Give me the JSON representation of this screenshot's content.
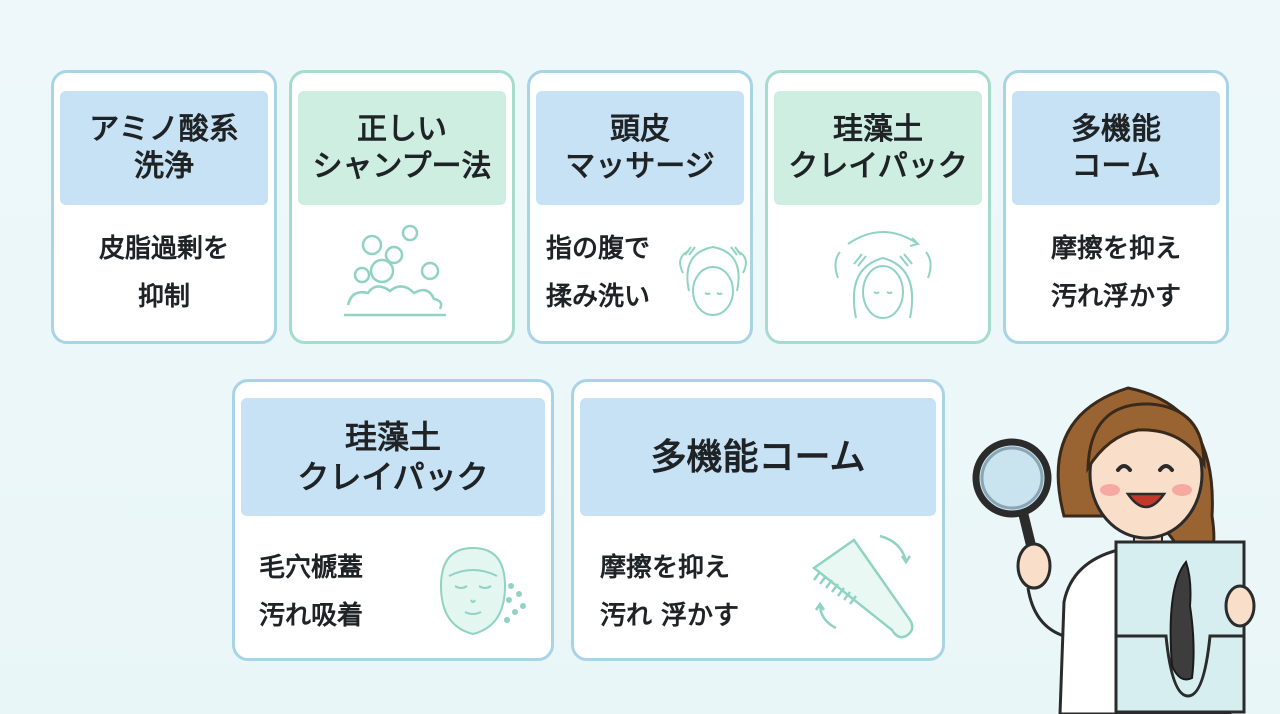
{
  "top_cards": [
    {
      "title": [
        "アミノ酸系",
        "洗浄"
      ],
      "body": [
        "皮脂過剰を",
        "抑制"
      ],
      "icon": "none"
    },
    {
      "title": [
        "正しい",
        "シャンプー法"
      ],
      "body": [],
      "icon": "bubbles-icon"
    },
    {
      "title": [
        "頭皮",
        "マッサージ"
      ],
      "body": [
        "指の腹で",
        "揉み洗い"
      ],
      "icon": "head-massage-icon"
    },
    {
      "title": [
        "珪藻土",
        "クレイパック"
      ],
      "body": [],
      "icon": "head-massage-arrows-icon"
    },
    {
      "title": [
        "多機能",
        "コーム"
      ],
      "body": [
        "摩擦を抑え",
        "汚れ浮かす"
      ],
      "icon": "none"
    }
  ],
  "bottom_cards": [
    {
      "title": [
        "珪藻土",
        "クレイパック"
      ],
      "body": [
        "毛穴榹蓋",
        "汚れ吸着"
      ],
      "icon": "face-mask-icon"
    },
    {
      "title": [
        "多機能コーム"
      ],
      "body": [
        "摩擦を抑え",
        "汚れ 浮かす"
      ],
      "icon": "comb-icon"
    }
  ],
  "colors": {
    "background": "#eef8fb",
    "blue_border": "#a9d3e6",
    "mint_border": "#a6dccb",
    "blue_header": "#c6e2f4",
    "mint_header": "#cdeee1",
    "line_icon": "#8fd3c0"
  },
  "illustration": "scientist-with-magnifying-glass-and-hair-follicle-diagram"
}
